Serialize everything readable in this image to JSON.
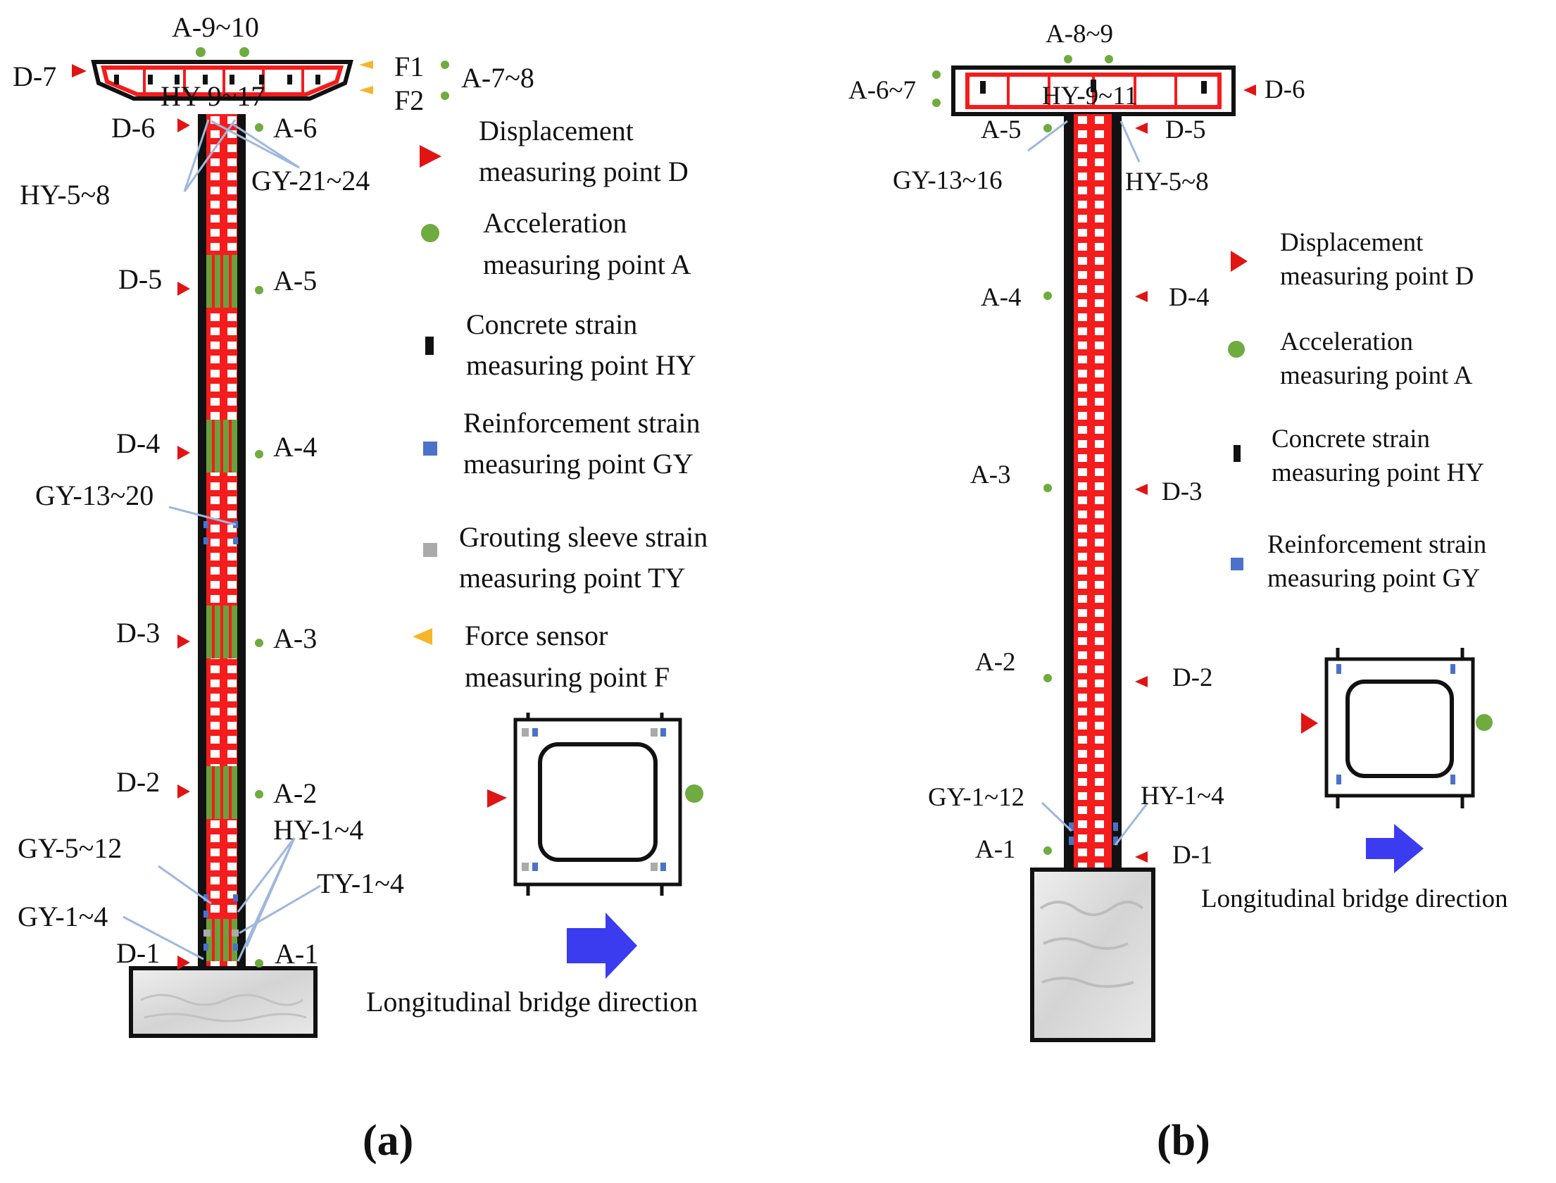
{
  "colors": {
    "column_red": "#f41c1c",
    "cell_white": "#ffffff",
    "green_band": "#6aa13c",
    "displacement": "#e11414",
    "acceleration": "#6fab3f",
    "concrete_strain": "#111111",
    "reinforcement_strain": "#4a72c8",
    "grouting_sleeve": "#aaaaaa",
    "force_sensor": "#f7b52a",
    "leader_line": "#9db8dd",
    "arrow": "#3b3bf0",
    "foundation": "#e2e2e2"
  },
  "panel_a": {
    "caption": "(a)",
    "labels": {
      "a9_10": "A-9~10",
      "d7": "D-7",
      "f1": "F1",
      "f2": "F2",
      "a7_8": "A-7~8",
      "hy9_17": "HY-9~17",
      "d6": "D-6",
      "a6": "A-6",
      "gy21_24": "GY-21~24",
      "hy5_8": "HY-5~8",
      "d5": "D-5",
      "a5": "A-5",
      "d4": "D-4",
      "a4": "A-4",
      "gy13_20": "GY-13~20",
      "d3": "D-3",
      "a3": "A-3",
      "d2": "D-2",
      "a2": "A-2",
      "hy1_4": "HY-1~4",
      "gy5_12": "GY-5~12",
      "ty1_4": "TY-1~4",
      "gy1_4": "GY-1~4",
      "d1": "D-1",
      "a1": "A-1"
    },
    "legend": [
      {
        "icon": "displacement-icon",
        "line1": "Displacement",
        "line2": "measuring point D"
      },
      {
        "icon": "acceleration-icon",
        "line1": "Acceleration",
        "line2": "measuring point A"
      },
      {
        "icon": "concrete-strain-icon",
        "line1": "Concrete strain",
        "line2": "measuring point HY"
      },
      {
        "icon": "reinforcement-strain-icon",
        "line1": "Reinforcement strain",
        "line2": "measuring point GY"
      },
      {
        "icon": "grouting-sleeve-icon",
        "line1": "Grouting sleeve strain",
        "line2": "measuring point TY"
      },
      {
        "icon": "force-sensor-icon",
        "line1": "Force sensor",
        "line2": "measuring point F"
      }
    ],
    "direction_label": "Longitudinal bridge direction"
  },
  "panel_b": {
    "caption": "(b)",
    "labels": {
      "a8_9": "A-8~9",
      "a6_7": "A-6~7",
      "d6": "D-6",
      "hy9_11": "HY-9~11",
      "a5": "A-5",
      "d5": "D-5",
      "gy13_16": "GY-13~16",
      "hy5_8": "HY-5~8",
      "a4": "A-4",
      "d4": "D-4",
      "a3": "A-3",
      "d3": "D-3",
      "a2": "A-2",
      "d2": "D-2",
      "gy1_12": "GY-1~12",
      "hy1_4": "HY-1~4",
      "a1": "A-1",
      "d1": "D-1"
    },
    "legend": [
      {
        "icon": "displacement-icon",
        "line1": "Displacement",
        "line2": "measuring point D"
      },
      {
        "icon": "acceleration-icon",
        "line1": "Acceleration",
        "line2": "measuring point A"
      },
      {
        "icon": "concrete-strain-icon",
        "line1": "Concrete strain",
        "line2": "measuring point HY"
      },
      {
        "icon": "reinforcement-strain-icon",
        "line1": "Reinforcement strain",
        "line2": "measuring point GY"
      }
    ],
    "direction_label": "Longitudinal bridge direction"
  }
}
